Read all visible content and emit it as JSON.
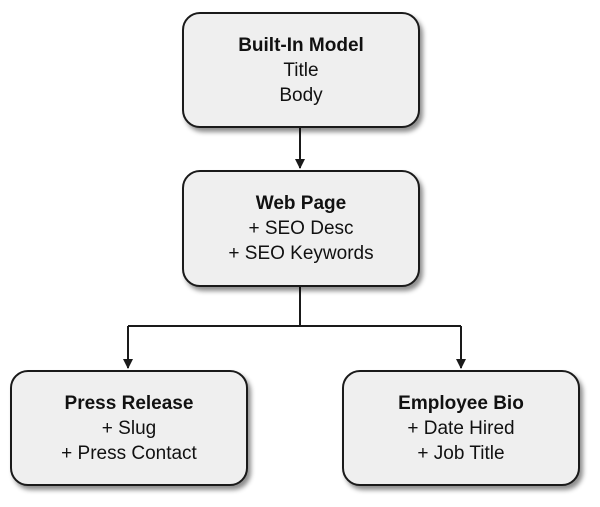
{
  "nodes": {
    "builtin": {
      "title": "Built-In Model",
      "fields": [
        "Title",
        "Body"
      ]
    },
    "webpage": {
      "title": "Web Page",
      "fields": [
        "+ SEO Desc",
        "+ SEO Keywords"
      ]
    },
    "press_release": {
      "title": "Press Release",
      "fields": [
        "+ Slug",
        "+ Press Contact"
      ]
    },
    "employee_bio": {
      "title": "Employee Bio",
      "fields": [
        "+ Date Hired",
        "+ Job Title"
      ]
    }
  },
  "edges": [
    {
      "from": "builtin",
      "to": "webpage"
    },
    {
      "from": "webpage",
      "to": "press_release"
    },
    {
      "from": "webpage",
      "to": "employee_bio"
    }
  ],
  "colors": {
    "node_fill": "#efefef",
    "stroke": "#1a1a1a"
  }
}
